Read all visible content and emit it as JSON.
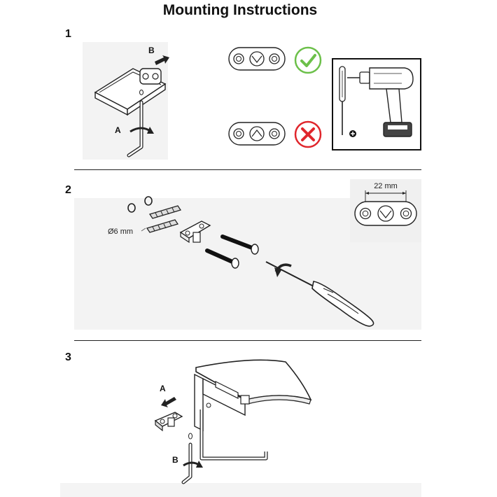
{
  "document": {
    "title": "Mounting Instructions"
  },
  "steps": [
    {
      "number": "1",
      "labels": {
        "a": "A",
        "b": "B"
      },
      "icons": [
        "hex-key-icon",
        "check-icon",
        "cross-icon",
        "screwdriver-icon",
        "drill-icon",
        "plus-icon"
      ],
      "colors": {
        "check": "#6cc04a",
        "cross": "#e0262c"
      }
    },
    {
      "number": "2",
      "labels": {
        "diameter": "Ø6 mm",
        "spacing": "22 mm"
      }
    },
    {
      "number": "3",
      "labels": {
        "a": "A",
        "b": "B"
      }
    }
  ]
}
